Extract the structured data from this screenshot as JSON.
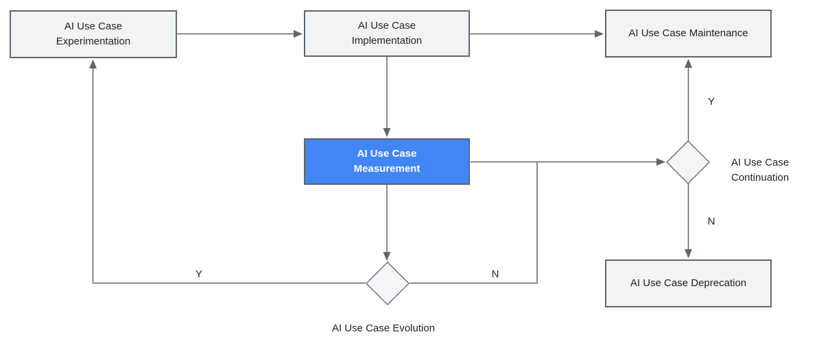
{
  "diagram": {
    "colors": {
      "box_fill": "#f1f3f4",
      "box_border": "#60646a",
      "accent_fill": "#4285f4",
      "accent_text": "#ffffff",
      "line": "#60646a",
      "text": "#202124",
      "diamond_fill": "#f4f5f7"
    },
    "nodes": {
      "experimentation": {
        "line1": "AI Use Case",
        "line2": "Experimentation"
      },
      "implementation": {
        "line1": "AI Use Case",
        "line2": "Implementation"
      },
      "maintenance": {
        "label": "AI Use Case Maintenance"
      },
      "measurement": {
        "line1": "AI Use Case",
        "line2": "Measurement"
      },
      "continuation": {
        "line1": "AI Use Case",
        "line2": "Continuation"
      },
      "evolution": {
        "label": "AI Use Case Evolution"
      },
      "deprecation": {
        "label": "AI Use Case Deprecation"
      }
    },
    "edge_labels": {
      "continuation_yes": "Y",
      "continuation_no": "N",
      "evolution_yes": "Y",
      "evolution_no": "N"
    }
  }
}
